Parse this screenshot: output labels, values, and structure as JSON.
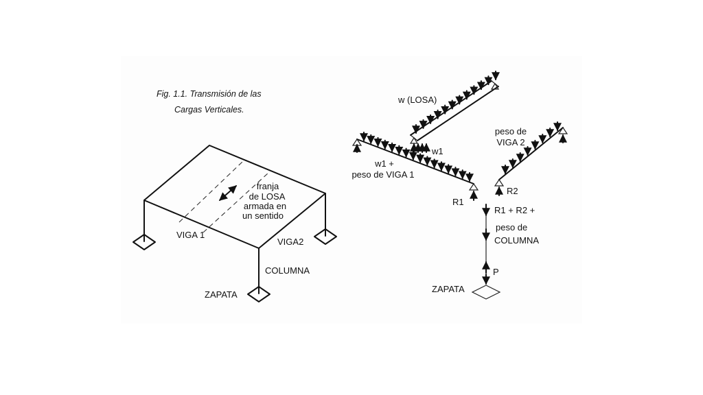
{
  "caption": {
    "line1": "Fig. 1.1. Transmisión de las",
    "line2": "Cargas Verticales."
  },
  "left_diagram": {
    "strip_label": [
      "franja",
      "de LOSA",
      "armada en",
      "un sentido"
    ],
    "beam1_label": "VIGA 1",
    "beam2_label": "VIGA2",
    "column_label": "COLUMNA",
    "footing_label": "ZAPATA"
  },
  "right_diagram": {
    "slab_load_label": "w (LOSA)",
    "w1_label": "w1",
    "beam1_load_label": [
      "w1 +",
      "peso de VIGA 1"
    ],
    "r1_label": "R1",
    "beam2_load_label": [
      "peso de",
      "VIGA 2"
    ],
    "r2_label": "R2",
    "column_load_label": [
      "R1 + R2 +",
      "peso de",
      "COLUMNA"
    ],
    "p_label": "P",
    "footing_label": "ZAPATA"
  },
  "colors": {
    "ink": "#111111",
    "background": "#ffffff"
  }
}
